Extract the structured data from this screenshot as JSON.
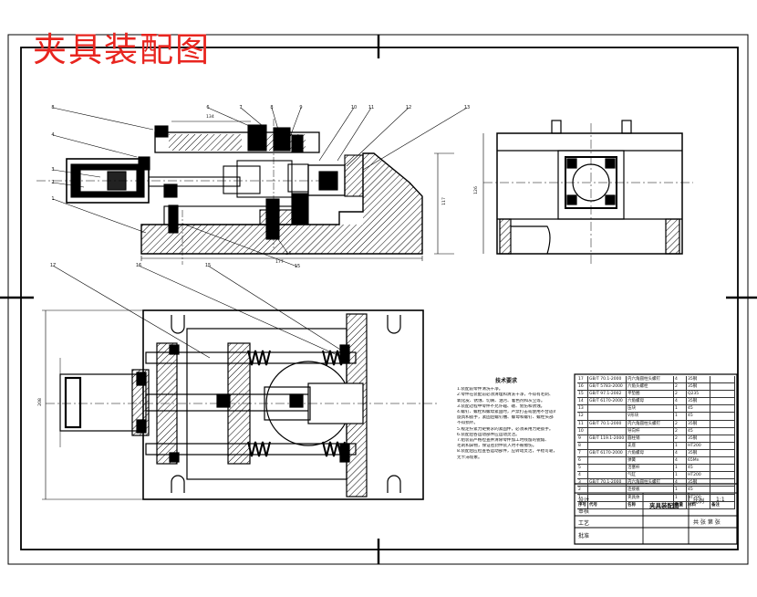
{
  "drawing": {
    "title": "夹具装配图",
    "title_color": "#e8251f",
    "line_color": "#000000"
  },
  "part_balloons": {
    "front_view": [
      "8",
      "4",
      "3",
      "2",
      "1",
      "6",
      "7",
      "8",
      "9",
      "10",
      "11",
      "12",
      "13",
      "14",
      "15"
    ],
    "top_view": [
      "17",
      "16",
      "15"
    ]
  },
  "dimensions": {
    "front_width": "177",
    "front_height": "117",
    "side_height": "126",
    "top_height": "208",
    "front_top": "134"
  },
  "technical_requirements": {
    "heading": "技术要求",
    "lines": [
      "1.装配前零件清洗干净。",
      "2.零件在装配前必须清理和清洗干净，不得有毛刺、飞边、",
      "氧化皮、锈蚀、切屑、油污、着色剂和灰尘等。",
      "3.装配过程中零件不允许磕、碰、划伤和锈蚀。",
      "4.螺钉、螺栓和螺母紧固时，严禁打击或使用不合适的",
      "旋具和扳手，紧固后螺钉槽、螺母和螺钉、螺栓头部",
      "不得损坏。",
      "5.规定拧紧力矩要求的紧固件，必须采用力矩扳手。",
      "6.装配后各运动部件应运动灵活。",
      "7.组装前严格检查并清除零件加工时残留的锐角、",
      "毛刺和异物，保证密封件装入时不被擦伤。",
      "8.装配后应检查各运动部件，应转动灵活，平稳可靠，",
      "无卡滞现象。"
    ]
  },
  "parts_list": {
    "headers": [
      "序号",
      "代号",
      "名称",
      "数量",
      "材料",
      "备注"
    ],
    "rows": [
      [
        "17",
        "GB/T 70.1-2000",
        "内六角圆柱头螺钉",
        "4",
        "35钢",
        ""
      ],
      [
        "16",
        "GB/T 5783-2000",
        "六角头螺栓",
        "2",
        "35钢",
        ""
      ],
      [
        "15",
        "GB/T 97.1-2002",
        "平垫圈",
        "2",
        "Q235",
        ""
      ],
      [
        "14",
        "GB/T 6170-2000",
        "六角螺母",
        "4",
        "35钢",
        ""
      ],
      [
        "13",
        "",
        "压块",
        "1",
        "45",
        ""
      ],
      [
        "12",
        "",
        "V形块",
        "1",
        "45",
        ""
      ],
      [
        "11",
        "GB/T 70.1-2000",
        "内六角圆柱头螺钉",
        "2",
        "35钢",
        ""
      ],
      [
        "10",
        "",
        "导向杆",
        "2",
        "45",
        ""
      ],
      [
        "9",
        "GB/T 119.1-2000",
        "圆柱销",
        "2",
        "35钢",
        ""
      ],
      [
        "8",
        "",
        "支座",
        "1",
        "HT200",
        ""
      ],
      [
        "7",
        "GB/T 6170-2000",
        "六角螺母",
        "4",
        "35钢",
        ""
      ],
      [
        "6",
        "",
        "弹簧",
        "4",
        "65Mn",
        ""
      ],
      [
        "5",
        "",
        "活塞杆",
        "1",
        "45",
        ""
      ],
      [
        "4",
        "",
        "气缸",
        "1",
        "HT200",
        ""
      ],
      [
        "3",
        "GB/T 70.1-2000",
        "内六角圆柱头螺钉",
        "4",
        "35钢",
        ""
      ],
      [
        "2",
        "",
        "连接板",
        "1",
        "45",
        ""
      ],
      [
        "1",
        "",
        "夹具体",
        "1",
        "HT200",
        ""
      ]
    ]
  },
  "title_block": {
    "drawing_name": "夹具装配图",
    "scale_label": "比例",
    "scale_value": "1:1",
    "sheet_label": "共 张 第 张",
    "designer_label": "设计",
    "checker_label": "审核",
    "craft_label": "工艺",
    "approve_label": "批准"
  }
}
